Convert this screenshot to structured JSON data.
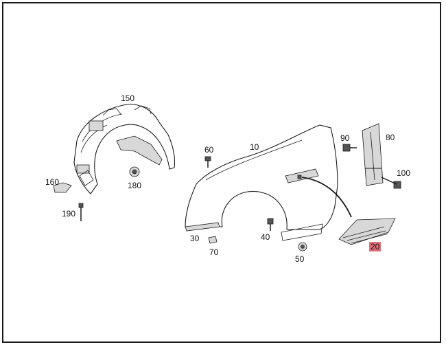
{
  "diagram": {
    "callouts": {
      "p150": "150",
      "p160": "160",
      "p180": "180",
      "p190": "190",
      "p60": "60",
      "p10": "10",
      "p90": "90",
      "p80": "80",
      "p100": "100",
      "p30": "30",
      "p70": "70",
      "p40": "40",
      "p50": "50",
      "p20": "20"
    },
    "highlight_color": "#e0707a"
  }
}
